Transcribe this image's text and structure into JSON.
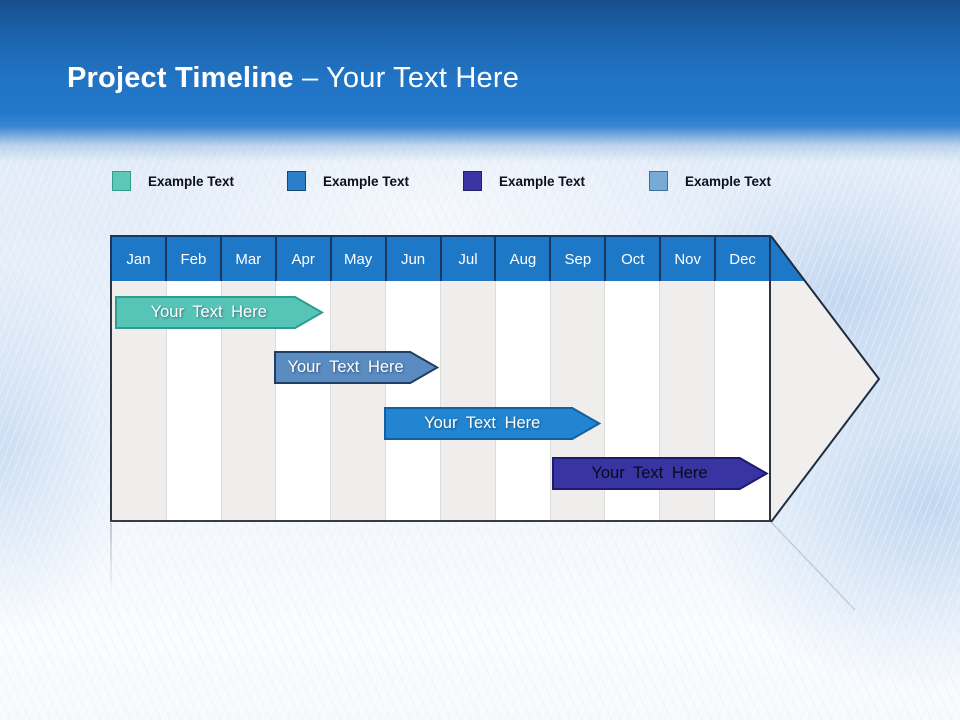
{
  "title": {
    "bold": "Project Timeline",
    "regular": "– Your Text Here"
  },
  "legend": {
    "items": [
      {
        "label": "Example Text",
        "color": "#5fc8b4",
        "border": "#2e9c8e"
      },
      {
        "label": "Example Text",
        "color": "#2a7fc8",
        "border": "#17486f"
      },
      {
        "label": "Example Text",
        "color": "#3a35a3",
        "border": "#23206d"
      },
      {
        "label": "Example Text",
        "color": "#77aad7",
        "border": "#3f6f9f"
      }
    ]
  },
  "chart_data": {
    "type": "bar",
    "subtype": "gantt-timeline-arrow",
    "title": "Project Timeline – Your Text Here",
    "categories": [
      "Jan",
      "Feb",
      "Mar",
      "Apr",
      "May",
      "Jun",
      "Jul",
      "Aug",
      "Sep",
      "Oct",
      "Nov",
      "Dec"
    ],
    "legend_position": "top",
    "legend": [
      "Example Text",
      "Example Text",
      "Example Text",
      "Example Text"
    ],
    "bars": [
      {
        "label": "Your Text Here",
        "row": 0,
        "start_month": 0.05,
        "end_month": 3.85,
        "fill": "#57c4b8",
        "border": "#2f9c90",
        "text_color": "#ffffff",
        "text_shadow": true
      },
      {
        "label": "Your Text Here",
        "row": 1,
        "start_month": 2.95,
        "end_month": 5.95,
        "fill": "#5a8cc2",
        "border": "#1f3e66",
        "text_color": "#ffffff",
        "text_shadow": true
      },
      {
        "label": "Your Text Here",
        "row": 2,
        "start_month": 4.97,
        "end_month": 8.92,
        "fill": "#2185d1",
        "border": "#15609f",
        "text_color": "#ffffff",
        "text_shadow": true
      },
      {
        "label": "Your Text Here",
        "row": 3,
        "start_month": 8.03,
        "end_month": 11.97,
        "fill": "#3834a2",
        "border": "#1e1a6e",
        "text_color": "#0a0a14",
        "text_shadow": false
      }
    ]
  },
  "colors": {
    "header_fill": "#1e78c8",
    "header_border": "#17375e",
    "column_gray": "#efeeec",
    "column_white": "#ffffff",
    "arrowhead_fill": "#f1efee",
    "arrowhead_border": "#1e2c42",
    "top_band_dark": "#174f8c",
    "top_band_bright": "#2478cb"
  }
}
